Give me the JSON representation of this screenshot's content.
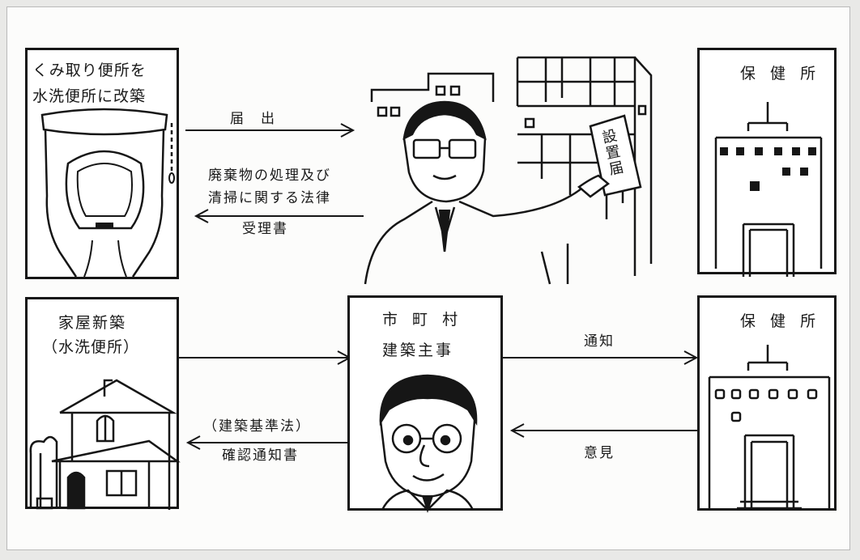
{
  "top_left": {
    "line1": "くみ取り便所を",
    "line2": "水洗便所に改築"
  },
  "arrows_top": {
    "notify": "届　出",
    "law_line1": "廃棄物の処理及び",
    "law_line2": "清掃に関する法律",
    "receipt": "受理書"
  },
  "document_sign": "設置届",
  "health_center_top": {
    "title": "保 健 所"
  },
  "bottom_left": {
    "line1": "家屋新築",
    "line2": "（水洗便所）"
  },
  "municipality": {
    "line1": "市 町 村",
    "line2": "建築主事"
  },
  "arrows_bottom": {
    "law": "（建築基準法）",
    "confirm": "確認通知書",
    "notice": "通知",
    "opinion": "意見"
  },
  "health_center_bottom": {
    "title": "保 健 所"
  }
}
